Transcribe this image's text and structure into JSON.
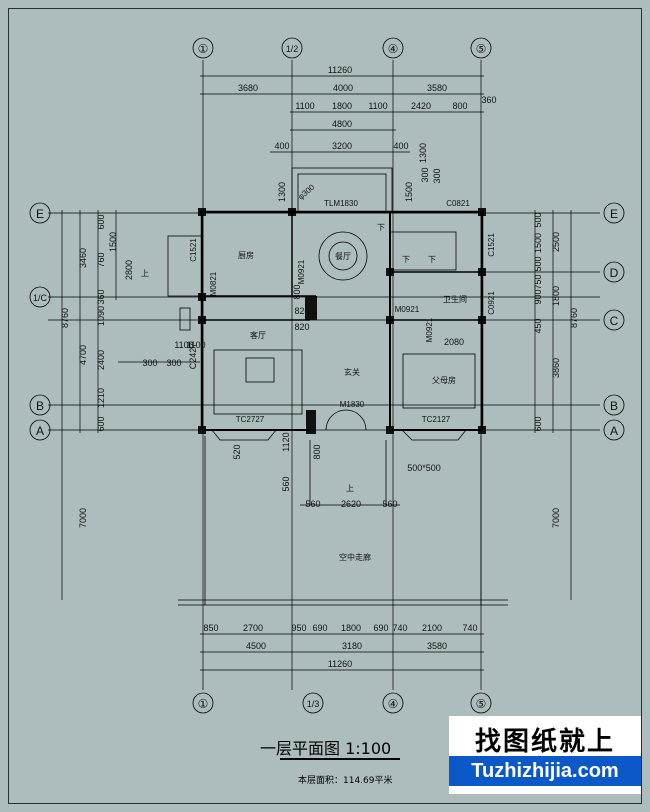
{
  "plan": {
    "title": "一层平面图 1:100",
    "area_note": "本层面积：114.69平米",
    "watermark_cn": "找图纸就上",
    "watermark_url": "Tuzhizhijia.com"
  },
  "axes_top": [
    "①",
    "1/2",
    "④",
    "⑤"
  ],
  "axes_bottom": [
    "①",
    "1/3",
    "④",
    "⑤"
  ],
  "axes_side": [
    "E",
    "1/C",
    "B",
    "A",
    "E",
    "D",
    "C",
    "B",
    "A"
  ],
  "dims_top": [
    "11260",
    "3680",
    "4000",
    "3580",
    "1100",
    "1800",
    "1100",
    "2420",
    "800",
    "360",
    "4800",
    "400",
    "3200",
    "400",
    "300",
    "1300",
    "1300",
    "1500",
    "300"
  ],
  "dims_bottom": [
    "850",
    "2700",
    "950",
    "690",
    "1800",
    "690",
    "740",
    "2100",
    "740",
    "4500",
    "3180",
    "3580",
    "11260"
  ],
  "dims_left": [
    "600",
    "1500",
    "3460",
    "2800",
    "760",
    "1090",
    "8760",
    "360",
    "4700",
    "2400",
    "1210",
    "600",
    "7000",
    "300",
    "300",
    "1100"
  ],
  "dims_right": [
    "500",
    "1500",
    "2500",
    "500",
    "750",
    "900",
    "1800",
    "8760",
    "450",
    "3860",
    "600",
    "7000"
  ],
  "dims_misc": [
    "520",
    "1120",
    "800",
    "560",
    "560",
    "2620",
    "560",
    "500*500",
    "2080",
    "820",
    "820",
    "800",
    "1100",
    "C2427"
  ],
  "labels": {
    "kitchen": "厨房",
    "dining": "餐厅",
    "living": "客厅",
    "entry": "玄关",
    "parents_bedroom": "父母房",
    "bathroom": "卫生间",
    "corridor": "空中走廊",
    "tlm": "TLM1830",
    "c0821": "C0821",
    "c1521_l": "C1521",
    "c1521_r": "C1521",
    "m0821": "M0821",
    "m0921": "M0921",
    "m0921_b": "M0921",
    "m0921_c": "M0921",
    "c0921": "C0921",
    "m1830": "M1830",
    "tc2727": "TC2727",
    "tc2127": "TC2127",
    "phi300": "φ300",
    "down1": "下",
    "down2": "下",
    "up": "上",
    "up2": "上",
    "down3": "下"
  }
}
